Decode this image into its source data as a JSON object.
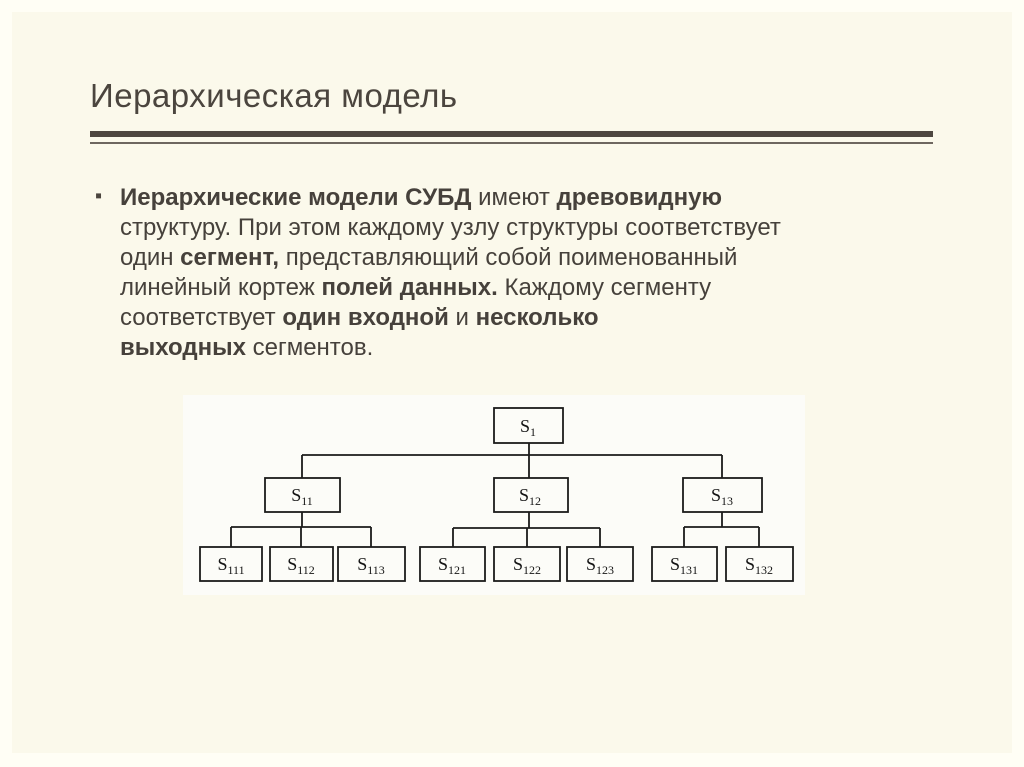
{
  "slide": {
    "title": "Иерархическая модель",
    "bullet_glyph": "▪",
    "colors": {
      "background_outer": "#FFFEF5",
      "background_inner": "#FBF9EB",
      "text": "#46413B",
      "divider": "#4E4740",
      "diagram_paper": "#FCFCF8",
      "diagram_ink": "#1B1B1B"
    }
  },
  "content": {
    "lines": [
      [
        {
          "t": "Иерархические модели СУБД",
          "b": 1
        },
        {
          "t": " имеют ",
          "b": 0
        },
        {
          "t": "древовидную",
          "b": 1
        }
      ],
      [
        {
          "t": "структуру. При этом каждому узлу структуры соответствует",
          "b": 0
        }
      ],
      [
        {
          "t": "один ",
          "b": 0
        },
        {
          "t": "сегмент,",
          "b": 1
        },
        {
          "t": " представляющий собой поименованный",
          "b": 0
        }
      ],
      [
        {
          "t": "линейный кортеж ",
          "b": 0
        },
        {
          "t": "полей данных.",
          "b": 1
        },
        {
          "t": " Каждому сегменту",
          "b": 0
        }
      ],
      [
        {
          "t": "соответствует ",
          "b": 0
        },
        {
          "t": "один входной",
          "b": 1
        },
        {
          "t": " и ",
          "b": 0
        },
        {
          "t": "несколько",
          "b": 1
        }
      ],
      [
        {
          "t": "выходных",
          "b": 1
        },
        {
          "t": " сегментов.",
          "b": 0
        }
      ]
    ]
  },
  "diagram": {
    "nodes": [
      {
        "base": "S",
        "sub": "1"
      },
      {
        "base": "S",
        "sub": "11"
      },
      {
        "base": "S",
        "sub": "12"
      },
      {
        "base": "S",
        "sub": "13"
      },
      {
        "base": "S",
        "sub": "111"
      },
      {
        "base": "S",
        "sub": "112"
      },
      {
        "base": "S",
        "sub": "113"
      },
      {
        "base": "S",
        "sub": "121"
      },
      {
        "base": "S",
        "sub": "122"
      },
      {
        "base": "S",
        "sub": "123"
      },
      {
        "base": "S",
        "sub": "131"
      },
      {
        "base": "S",
        "sub": "132"
      }
    ]
  }
}
